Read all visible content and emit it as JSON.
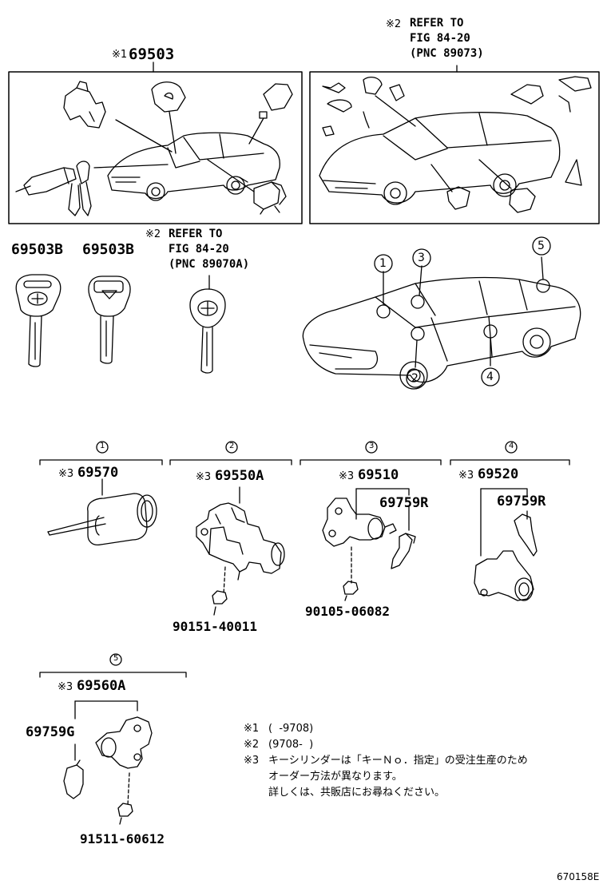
{
  "top_left": {
    "mark": "※1",
    "part": "69503"
  },
  "top_right": {
    "mark": "※2",
    "line1": "REFER TO",
    "line2": "FIG 84-20",
    "line3": "(PNC 89073)"
  },
  "keys": {
    "key_a": "69503B",
    "key_b": "69503B"
  },
  "ref_mid": {
    "mark": "※2",
    "line1": "REFER TO",
    "line2": "FIG 84-20",
    "line3": "(PNC 89070A)"
  },
  "locations": [
    "1",
    "2",
    "3",
    "4",
    "5"
  ],
  "groups": [
    {
      "num": "1",
      "mark": "※3",
      "part": "69570"
    },
    {
      "num": "2",
      "mark": "※3",
      "part": "69550A",
      "bolt": "90151-40011"
    },
    {
      "num": "3",
      "mark": "※3",
      "part": "69510",
      "sub": "69759R",
      "bolt": "90105-06082"
    },
    {
      "num": "4",
      "mark": "※3",
      "part": "69520",
      "sub": "69759R"
    },
    {
      "num": "5",
      "mark": "※3",
      "part": "69560A",
      "sub": "69759G",
      "bolt": "91511-60612"
    }
  ],
  "notes": {
    "n1_mark": "※1",
    "n1_text": "(  -9708)",
    "n2_mark": "※2",
    "n2_text": "(9708-  )",
    "n3_mark": "※3",
    "n3_line1": "キーシリンダーは「キーＮｏ．指定」の受注生産のため",
    "n3_line2": "オーダー方法が異なります。",
    "n3_line3": "詳しくは、共販店にお尋ねください。"
  },
  "fig_code": "670158E"
}
